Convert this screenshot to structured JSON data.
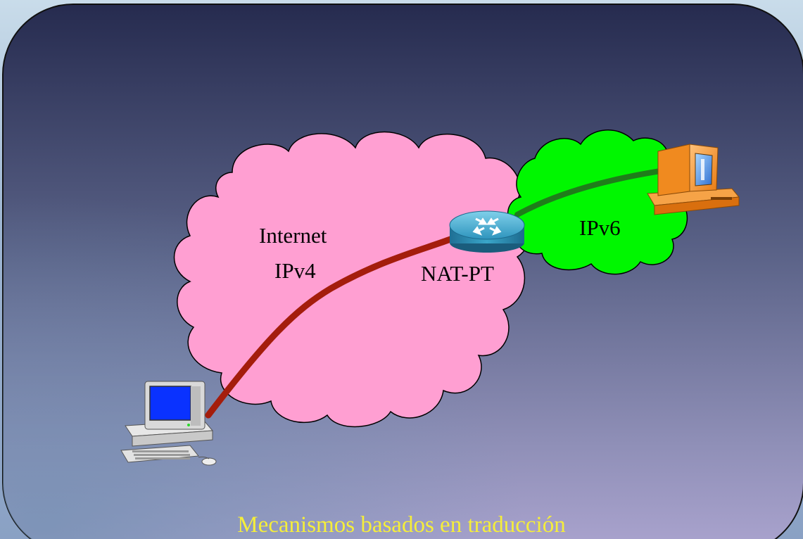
{
  "diagram": {
    "ipv4_cloud_line1": "Internet",
    "ipv4_cloud_line2": "IPv4",
    "router_label": "NAT-PT",
    "ipv6_cloud_label": "IPv6",
    "footer_title": "Mecanismos basados en traducción"
  },
  "colors": {
    "ipv4_cloud": "#ff9fd2",
    "ipv6_cloud": "#00f700",
    "ipv4_link": "#a41d0c",
    "ipv6_link": "#1f7d1a",
    "router": "#3aa6c9",
    "footer_text": "#f5ee3a",
    "panel_top": "#2a2f52",
    "panel_bottom": "#a9a3cc"
  },
  "icons": [
    "ipv4-host-computer-icon",
    "router-icon",
    "ipv6-host-computer-icon"
  ]
}
